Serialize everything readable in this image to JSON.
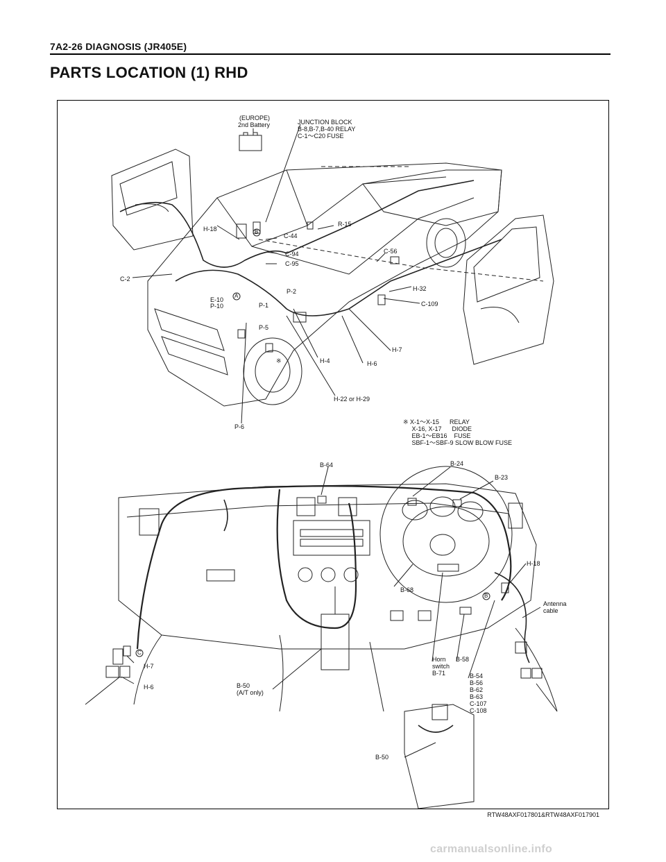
{
  "header": {
    "text": "7A2-26  DIAGNOSIS (JR405E)"
  },
  "page_title": "PARTS LOCATION (1) RHD",
  "figure": {
    "upper_labels": {
      "europe": "(EUROPE)",
      "second_battery": "2nd Battery",
      "junction_block": "JUNCTION BLOCK",
      "junction_relay": "B-8,B-7,B-40 RELAY",
      "junction_fuse": "C-1～C20 FUSE",
      "r15": "R-15",
      "h18": "H-18",
      "c44": "C-44",
      "c94": "C-94",
      "c95": "C-95",
      "c56": "C-56",
      "c2": "C-2",
      "h32": "H-32",
      "c109": "C-109",
      "e10": "E-10",
      "p10": "P-10",
      "p1": "P-1",
      "p2": "P-2",
      "p5": "P-5",
      "h7": "H-7",
      "h6": "H-6",
      "h4": "H-4",
      "h22": "H-22 or H-29",
      "p6": "P-6",
      "note_mark": "※"
    },
    "legend": {
      "line1": "※ X-1～X-15      RELAY",
      "line2": "     X-16, X-17      DIODE",
      "line3": "     EB-1～EB16    FUSE",
      "line4": "     SBF-1～SBF-9 SLOW BLOW FUSE"
    },
    "lower_labels": {
      "b64": "B-64",
      "b24": "B-24",
      "b23": "B-23",
      "h18": "H-18",
      "antenna1": "Antenna",
      "antenna2": "cable",
      "b68": "B-68",
      "h7": "H-7",
      "h6": "H-6",
      "b50a": "B-50",
      "b50a_note": "(A/T only)",
      "horn1": "Horn",
      "horn2": "switch",
      "horn3": "B-71",
      "b58": "B-58",
      "b54": "B-54",
      "b56": "B-56",
      "b62": "B-62",
      "b63": "B-63",
      "c107": "C-107",
      "c108": "C-108",
      "b50b": "B-50"
    },
    "connector_letters": {
      "a": "A",
      "b": "B",
      "c": "C"
    }
  },
  "reference_code": "RTW48AXF017801&RTW48AXF017901",
  "watermark": "carmanualsonline.info"
}
